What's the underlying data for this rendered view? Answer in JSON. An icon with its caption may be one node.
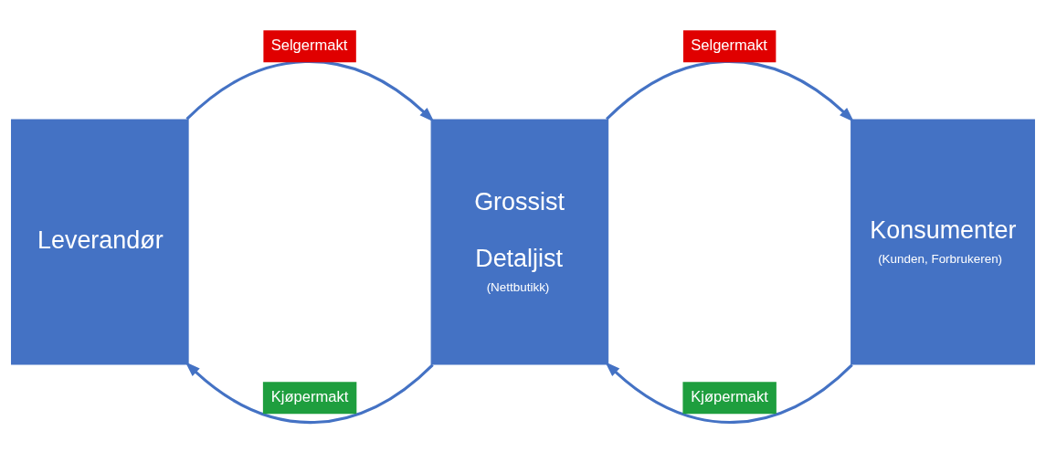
{
  "diagram": {
    "nodes": [
      {
        "text": [
          "Leverandør"
        ]
      },
      {
        "text": [
          "Grossist",
          "Detaljist",
          "(Nettbutikk)"
        ]
      },
      {
        "text": [
          "Konsumenter",
          "(Kunden, Forbrukeren)"
        ]
      }
    ],
    "edges": [
      {
        "from": 0,
        "to": 1,
        "arrow": "to",
        "label": "Selgermakt"
      },
      {
        "from": 1,
        "to": 0,
        "arrow": "to",
        "label": "Kjøpermakt"
      },
      {
        "from": 1,
        "to": 2,
        "arrow": "to",
        "label": "Selgermakt"
      },
      {
        "from": 2,
        "to": 1,
        "arrow": "to",
        "label": "Kjøpermakt"
      }
    ]
  }
}
